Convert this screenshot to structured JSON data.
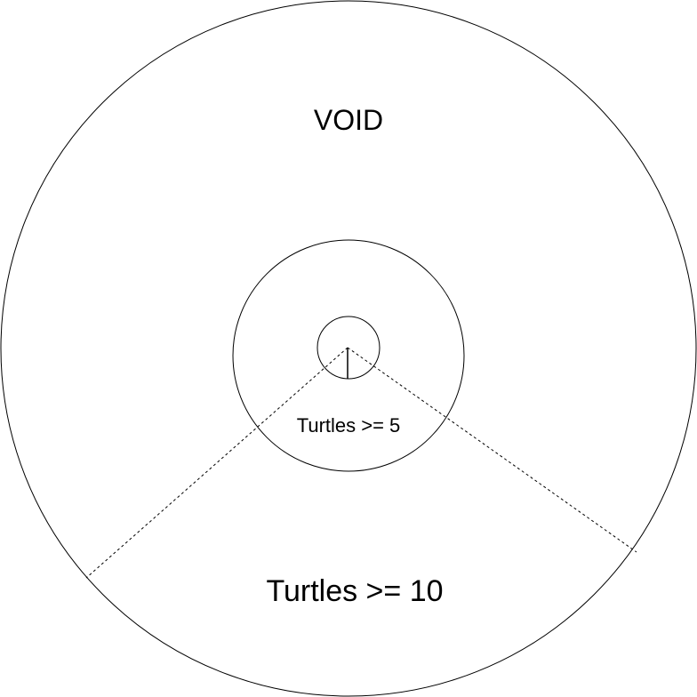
{
  "diagram": {
    "labels": {
      "void": "VOID",
      "inner_zone": "Turtles >= 5",
      "outer_zone": "Turtles >= 10"
    },
    "colors": {
      "stroke": "#000000",
      "background": "#ffffff"
    }
  }
}
